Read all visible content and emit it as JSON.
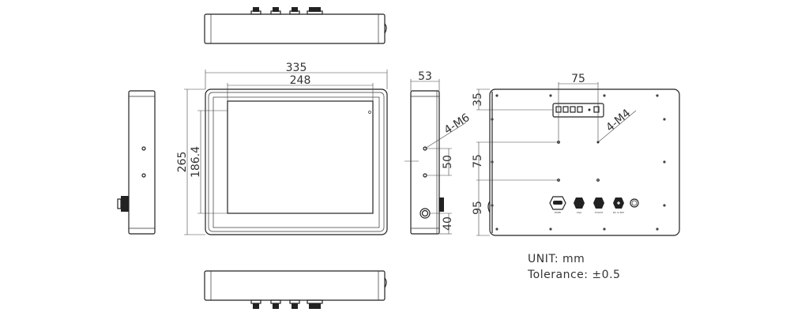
{
  "dimensions": {
    "front_width": "335",
    "screen_width": "248",
    "front_height": "265",
    "screen_height": "186.4",
    "depth": "53",
    "side_hole_spacing": "50",
    "side_hole_bottom": "40",
    "side_mount": "4-M6",
    "rear_hole_spacing_h": "75",
    "rear_top_offset": "35",
    "rear_hole_spacing_v": "75",
    "rear_bottom_offset": "95",
    "rear_mount": "4-M4"
  },
  "connectors": [
    "HDMI",
    "VGA",
    "TOUCH",
    "DC 9-36V"
  ],
  "notes": {
    "unit": "UNIT: mm",
    "tolerance": "Tolerance: ±0.5"
  }
}
